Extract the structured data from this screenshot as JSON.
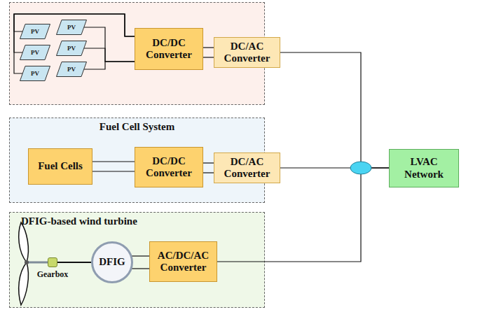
{
  "diagram": {
    "nodes": [
      {
        "text": []
      },
      {
        "text": [
          "PV"
        ],
        "in": 0
      },
      {
        "text": [
          "PV"
        ],
        "in": 0
      },
      {
        "text": [
          "PV"
        ],
        "in": 0
      },
      {
        "text": [
          "PV"
        ],
        "in": 0
      },
      {
        "text": [
          "PV"
        ],
        "in": 0
      },
      {
        "text": [
          "PV"
        ],
        "in": 0
      },
      {
        "text": [
          "DC/DC Converter"
        ],
        "in": 0
      },
      {
        "text": [
          "DC/AC Converter"
        ]
      },
      {
        "text": [
          "Fuel Cell System"
        ]
      },
      {
        "text": [
          "Fuel Cells"
        ],
        "in": 9
      },
      {
        "text": [
          "DC/DC Converter"
        ],
        "in": 9
      },
      {
        "text": [
          "DC/AC Converter"
        ]
      },
      {
        "text": [
          "DFIG-based wind turbine"
        ]
      },
      {
        "text": [
          "Gearbox"
        ],
        "in": 13
      },
      {
        "text": [
          "DFIG"
        ],
        "in": 13
      },
      {
        "text": [
          "AC/DC/AC Converter"
        ],
        "in": 13
      },
      {
        "text": [
          "LVAC Network"
        ]
      }
    ],
    "edges": [
      {
        "from": 1,
        "to": 7,
        "arrow": "none"
      },
      {
        "from": 2,
        "to": 7,
        "arrow": "none"
      },
      {
        "from": 3,
        "to": 7,
        "arrow": "none"
      },
      {
        "from": 4,
        "to": 7,
        "arrow": "none"
      },
      {
        "from": 5,
        "to": 7,
        "arrow": "none"
      },
      {
        "from": 6,
        "to": 7,
        "arrow": "none"
      },
      {
        "from": 7,
        "to": 8,
        "arrow": "none"
      },
      {
        "from": 8,
        "to": 17,
        "arrow": "none"
      },
      {
        "from": 10,
        "to": 11,
        "arrow": "none"
      },
      {
        "from": 11,
        "to": 12,
        "arrow": "none"
      },
      {
        "from": 12,
        "to": 17,
        "arrow": "none"
      },
      {
        "from": 14,
        "to": 15,
        "arrow": "none"
      },
      {
        "from": 15,
        "to": 16,
        "arrow": "none"
      },
      {
        "from": 16,
        "to": 17,
        "arrow": "none"
      }
    ]
  }
}
